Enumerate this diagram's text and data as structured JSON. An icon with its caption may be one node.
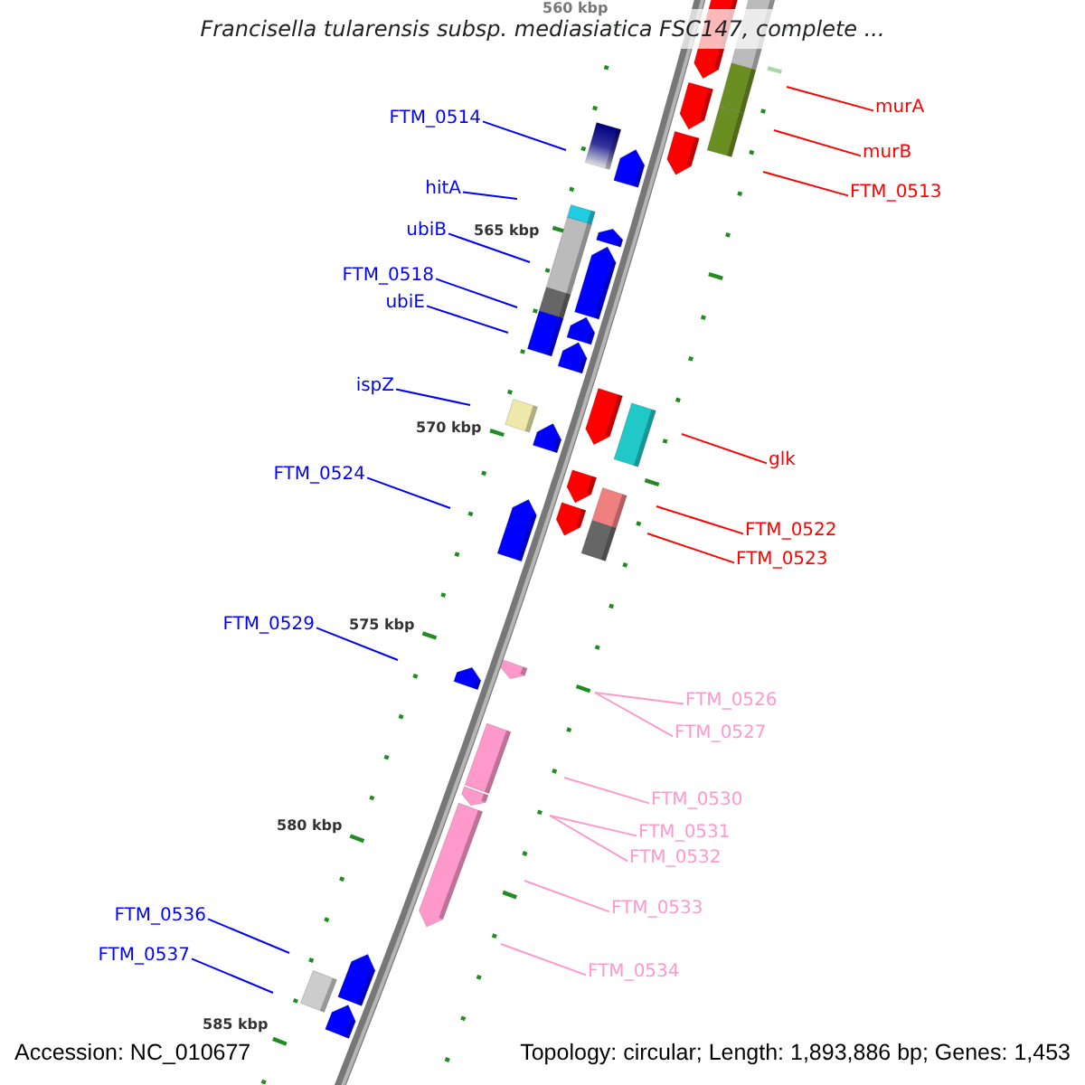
{
  "diagram": {
    "title": "Francisella tularensis subsp. mediasiatica FSC147, complete ...",
    "nodes": [
      {
        "text": [
          "murA"
        ]
      },
      {
        "text": [
          "FTM_0514"
        ]
      },
      {
        "text": [
          "murB"
        ]
      },
      {
        "text": [
          "hitA"
        ]
      },
      {
        "text": [
          "FTM_0513"
        ]
      },
      {
        "text": [
          "ubiB"
        ]
      },
      {
        "text": [
          "FTM_0518"
        ]
      },
      {
        "text": [
          "ubiE"
        ]
      },
      {
        "text": [
          "ispZ"
        ]
      },
      {
        "text": [
          "glk"
        ]
      },
      {
        "text": [
          "FTM_0524"
        ]
      },
      {
        "text": [
          "FTM_0522"
        ]
      },
      {
        "text": [
          "FTM_0523"
        ]
      },
      {
        "text": [
          "FTM_0529"
        ]
      },
      {
        "text": [
          "FTM_0526"
        ]
      },
      {
        "text": [
          "FTM_0527"
        ]
      },
      {
        "text": [
          "FTM_0530"
        ]
      },
      {
        "text": [
          "FTM_0531"
        ]
      },
      {
        "text": [
          "FTM_0532"
        ]
      },
      {
        "text": [
          "FTM_0533"
        ]
      },
      {
        "text": [
          "FTM_0536"
        ]
      },
      {
        "text": [
          "FTM_0537"
        ]
      },
      {
        "text": [
          "FTM_0534"
        ]
      }
    ],
    "edges": [
      {
        "from": 0,
        "to": null,
        "arrow": "none",
        "color": "#ff0000"
      },
      {
        "from": 1,
        "to": null,
        "arrow": "none"
      },
      {
        "from": 2,
        "to": null,
        "arrow": "none",
        "color": "#ff0000"
      },
      {
        "from": 3,
        "to": null,
        "arrow": "none"
      },
      {
        "from": 4,
        "to": null,
        "arrow": "none",
        "color": "#ff0000"
      },
      {
        "from": 5,
        "to": null,
        "arrow": "none"
      },
      {
        "from": 6,
        "to": null,
        "arrow": "none"
      },
      {
        "from": 7,
        "to": null,
        "arrow": "none"
      },
      {
        "from": 8,
        "to": null,
        "arrow": "none"
      },
      {
        "from": 9,
        "to": null,
        "arrow": "none",
        "color": "#ff0000"
      },
      {
        "from": 10,
        "to": null,
        "arrow": "none"
      },
      {
        "from": 11,
        "to": null,
        "arrow": "none",
        "color": "#ff0000"
      },
      {
        "from": 12,
        "to": null,
        "arrow": "none",
        "color": "#ff0000"
      },
      {
        "from": 13,
        "to": null,
        "arrow": "none"
      },
      {
        "from": 14,
        "to": null,
        "arrow": "none",
        "color": "#ff99cc"
      },
      {
        "from": 15,
        "to": null,
        "arrow": "none",
        "color": "#ff99cc"
      },
      {
        "from": 16,
        "to": null,
        "arrow": "none",
        "color": "#ff99cc"
      },
      {
        "from": 17,
        "to": null,
        "arrow": "none",
        "color": "#ff99cc"
      },
      {
        "from": 18,
        "to": null,
        "arrow": "none",
        "color": "#ff99cc"
      },
      {
        "from": 19,
        "to": null,
        "arrow": "none",
        "color": "#ff99cc"
      },
      {
        "from": 20,
        "to": null,
        "arrow": "none"
      },
      {
        "from": 21,
        "to": null,
        "arrow": "none"
      },
      {
        "from": 22,
        "to": null,
        "arrow": "none",
        "color": "#ff99cc"
      }
    ],
    "labels": [
      "560 kbp",
      "565 kbp",
      "570 kbp",
      "575 kbp",
      "580 kbp",
      "585 kbp",
      "Accession: NC_010677",
      "Topology: circular; Length: 1,893,886 bp; Genes: 1,453"
    ]
  }
}
